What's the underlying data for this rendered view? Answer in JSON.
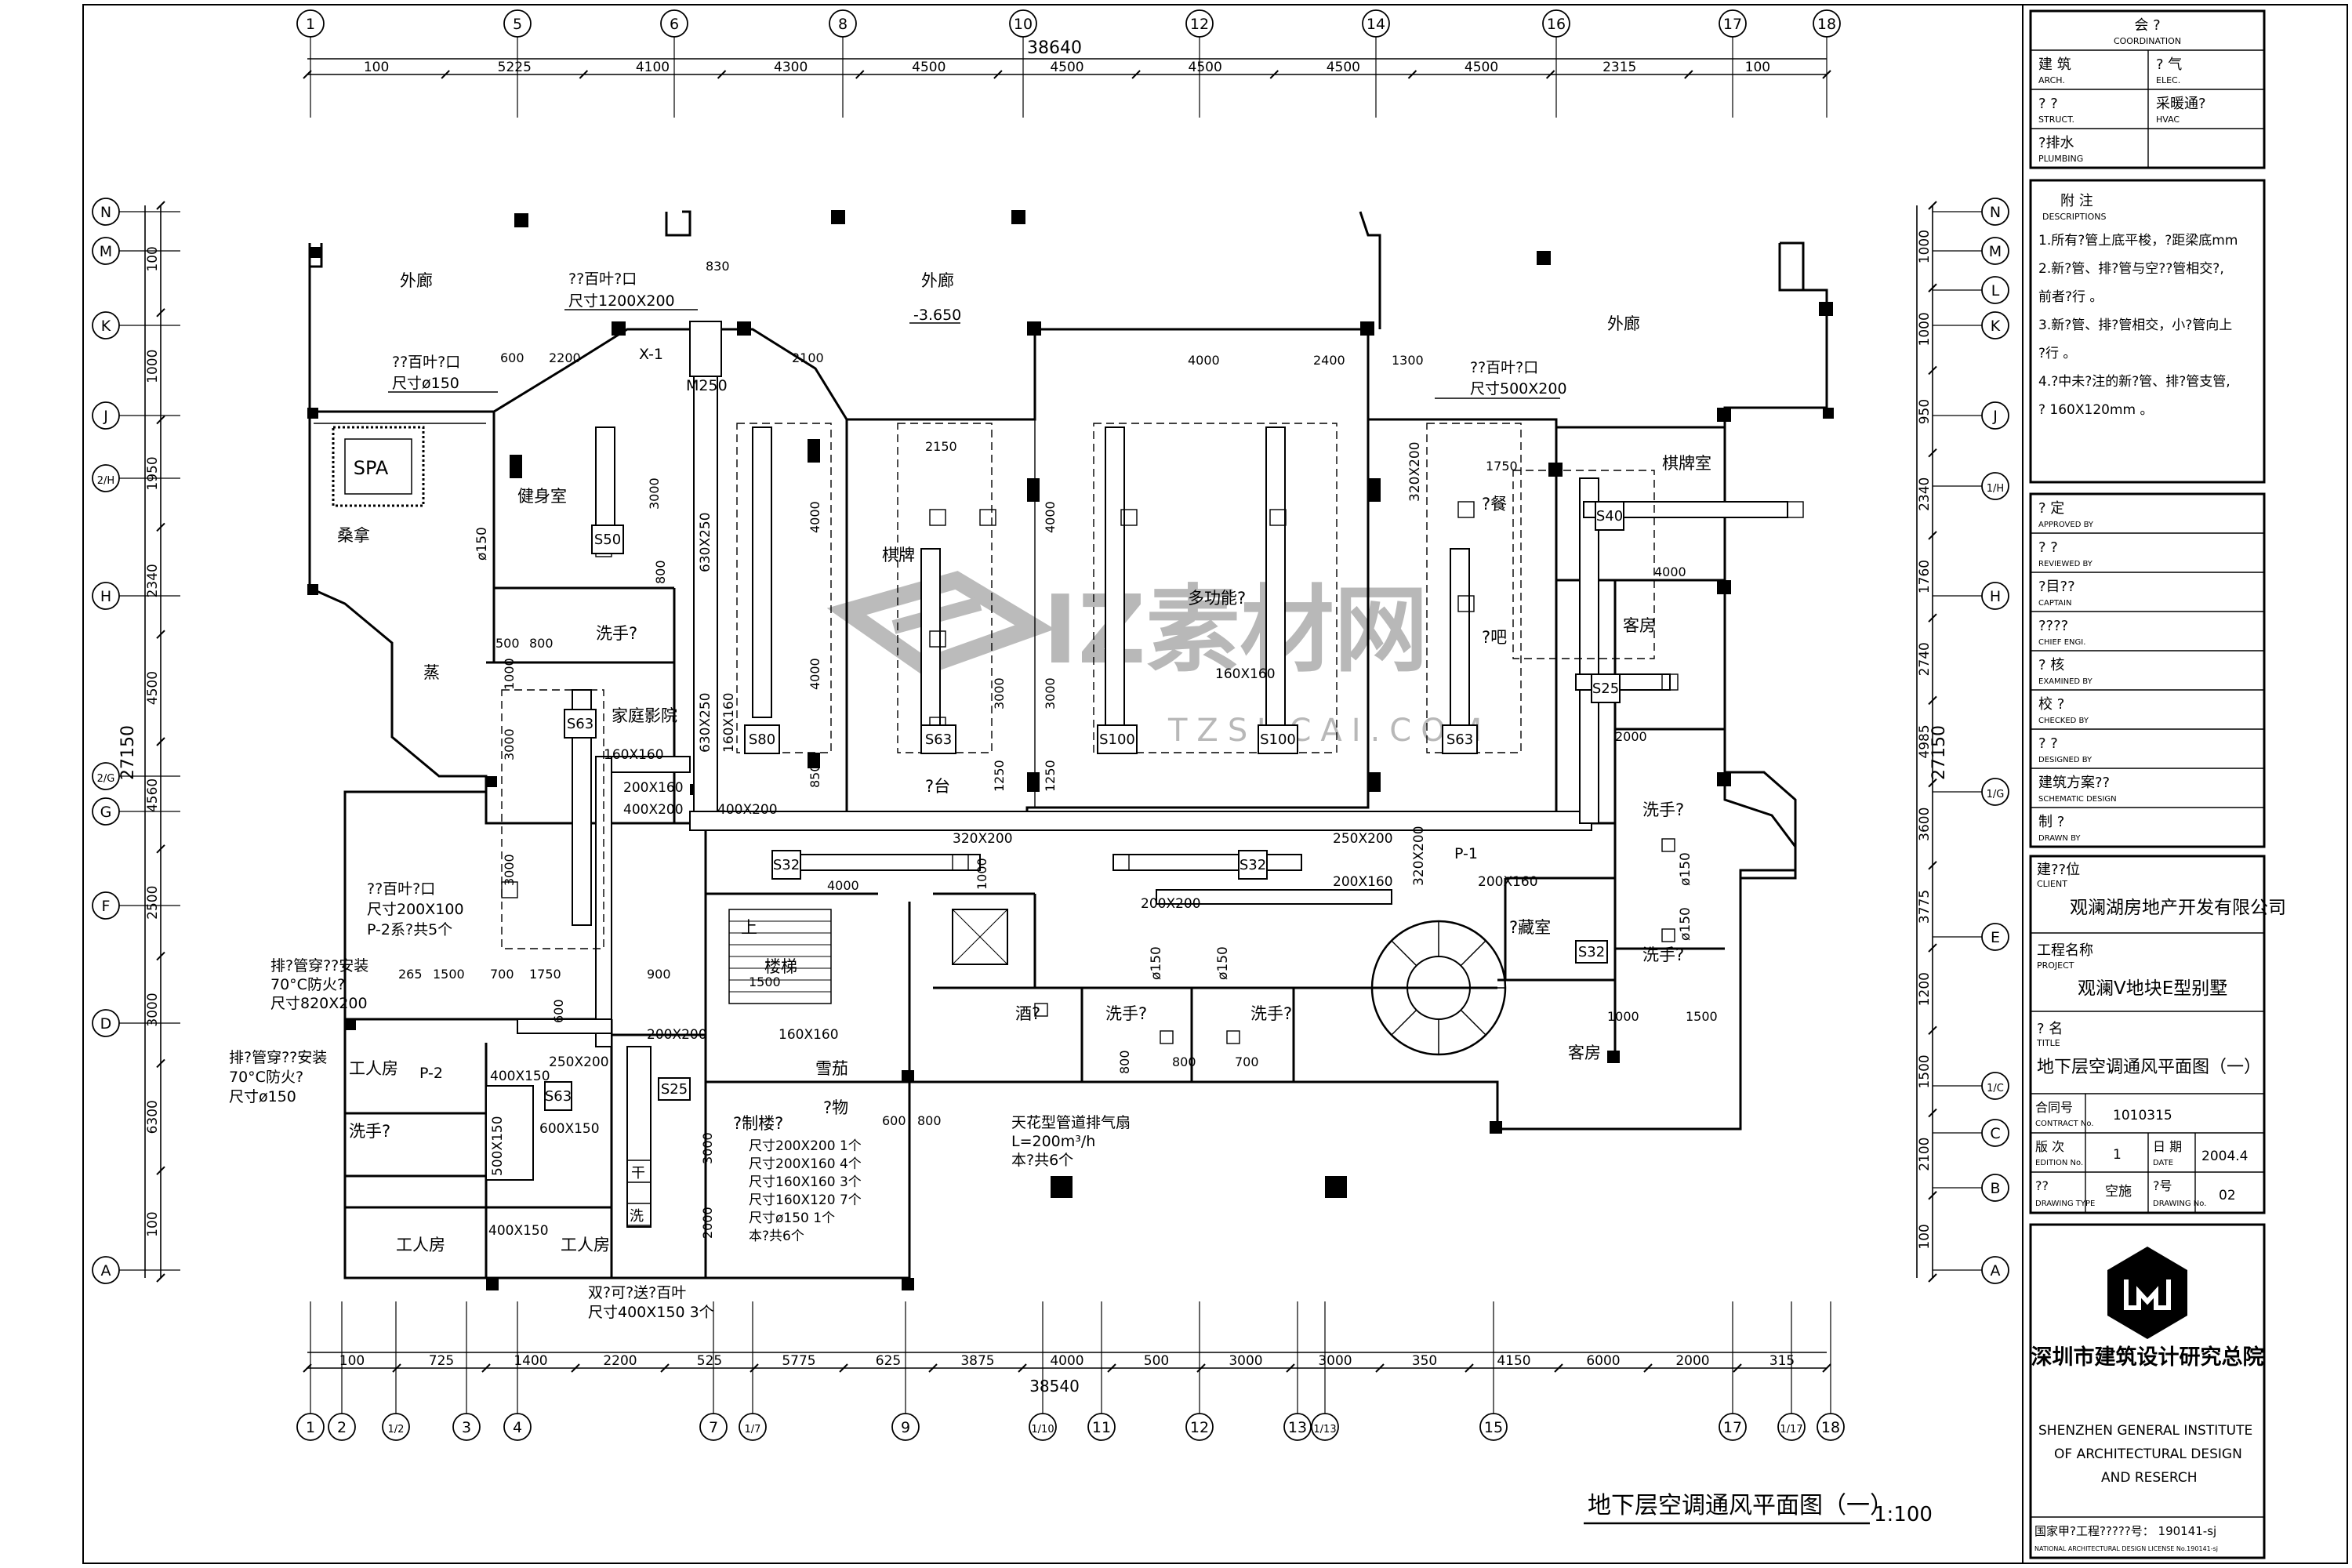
{
  "drawing_title": "地下层空调通风平面图（一）",
  "drawing_scale": "1:100",
  "top_grid_labels": [
    "1",
    "5",
    "6",
    "8",
    "10",
    "12",
    "14",
    "16",
    "17",
    "18"
  ],
  "bottom_grid_labels": [
    "1",
    "2",
    "1/2",
    "3",
    "4",
    "7",
    "1/7",
    "9",
    "1/10",
    "11",
    "12",
    "13",
    "1/13",
    "15",
    "17",
    "1/17",
    "18"
  ],
  "left_grid_labels": [
    "N",
    "M",
    "K",
    "J",
    "2/H",
    "H",
    "2/G",
    "G",
    "F",
    "D",
    "A"
  ],
  "right_grid_labels": [
    "N",
    "M",
    "L",
    "K",
    "J",
    "1/H",
    "H",
    "1/G",
    "E",
    "1/C",
    "C",
    "B",
    "A"
  ],
  "top_total_dim": "38640",
  "top_dims": [
    "100",
    "5225",
    "4100",
    "4300",
    "4500",
    "4500",
    "4500",
    "4500",
    "4500",
    "2315",
    "100"
  ],
  "bottom_total_dim": "38540",
  "bottom_dims": [
    "100",
    "725",
    "1400",
    "2200",
    "525",
    "5775",
    "625",
    "3875",
    "4000",
    "500",
    "3000",
    "3000",
    "350",
    "4150",
    "6000",
    "2000",
    "315"
  ],
  "left_total_dim": "27150",
  "left_dims": [
    "100",
    "1000",
    "1950",
    "2340",
    "4500",
    "4560",
    "2500",
    "3000",
    "6300",
    "100"
  ],
  "right_total_dim": "27150",
  "right_dims": [
    "1000",
    "1000",
    "950",
    "2340",
    "1760",
    "2740",
    "4985",
    "3600",
    "3775",
    "1200",
    "1500",
    "2100",
    "100"
  ],
  "rooms": {
    "outer_corridor_left": "外廊",
    "outer_corridor_mid": "外廊",
    "outer_corridor_right": "外廊",
    "spa": "SPA",
    "sauna": "桑拿",
    "gym": "健身室",
    "steam": "蒸",
    "wash_1": "洗手?",
    "home_theater": "家庭影院",
    "chess_left": "棋牌",
    "multifunction": "多功能?",
    "stage": "?台",
    "restaurant": "?餐",
    "bar": "?吧",
    "chess_room": "棋牌室",
    "guest_room_1": "客房",
    "wash_2": "洗手?",
    "storage": "?藏室",
    "wash_3": "洗手?",
    "guest_room_2": "客房",
    "stairs": "楼梯",
    "up": "上",
    "wine": "酒?",
    "wash_4": "洗手?",
    "wash_5": "洗手?",
    "cigar": "雪茄",
    "cold": "?制楼?",
    "goods": "?物",
    "worker_1": "工人房",
    "worker_2": "工人房",
    "worker_3": "工人房",
    "wash_6": "洗手?",
    "dry": "干",
    "wash_mark": "洗"
  },
  "annotations": {
    "louver_top": "??百叶?口",
    "louver_top_size": "尺寸1200X200",
    "louver_left": "??百叶?口",
    "louver_left_size": "尺寸ø150",
    "louver_right": "??百叶?口",
    "louver_right_size": "尺寸500X200",
    "level": "-3.650",
    "x1": "X-1",
    "m250": "M250",
    "louver_p2": "??百叶?口",
    "louver_p2_size": "尺寸200X100",
    "louver_p2_count": "P-2系?共5个",
    "exhaust_1": "排?管穿??安装",
    "exhaust_1b": "70°C防火?",
    "exhaust_1c": "尺寸820X200",
    "exhaust_2": "排?管穿??安装",
    "exhaust_2b": "70°C防火?",
    "exhaust_2c": "尺寸ø150",
    "fan_1": "天花型管道排气扇",
    "fan_2": "L=200m³/h",
    "fan_3": "本?共6个",
    "diffuser_1": "双?可?送?百叶",
    "diffuser_2": "尺寸400X150 3个",
    "list_1": "尺寸200X200   1个",
    "list_2": "尺寸200X160   4个",
    "list_3": "尺寸160X160   3个",
    "list_4": "尺寸160X120   7个",
    "list_5": "尺寸ø150      1个",
    "list_6": "本?共6个",
    "p1": "P-1",
    "p2": "P-2"
  },
  "equipment": [
    "S50",
    "S63",
    "S80",
    "S63",
    "S100",
    "S100",
    "S63",
    "S40",
    "S25",
    "S32",
    "S32",
    "S32",
    "S25",
    "S63"
  ],
  "duct_sizes": [
    "630X250",
    "630X250",
    "160X160",
    "160X160",
    "200X160",
    "400X200",
    "400X200",
    "320X200",
    "320X200",
    "250X200",
    "200X160",
    "200X160",
    "320X200",
    "200X200",
    "160X160",
    "400X150",
    "250X200",
    "500X150",
    "600X150",
    "400X150",
    "160X160",
    "ø150",
    "ø150",
    "ø150",
    "ø150",
    "ø150",
    "200X200"
  ],
  "inner_dims": [
    "830",
    "600",
    "2200",
    "2100",
    "2150",
    "4000",
    "2400",
    "1300",
    "1750",
    "4000",
    "2000",
    "3000",
    "4000",
    "3000",
    "4000",
    "3000",
    "1250",
    "850",
    "4000",
    "1250",
    "800",
    "500",
    "800",
    "1000",
    "3000",
    "3000",
    "4000",
    "1000",
    "1750",
    "700",
    "900",
    "600",
    "265",
    "1500",
    "1500",
    "1000",
    "800",
    "600",
    "800",
    "800",
    "700",
    "2000",
    "3000",
    "1500"
  ],
  "watermark": {
    "main": "IZ素材网",
    "sub": "TZSUCAI.COM"
  },
  "title_block": {
    "coord_title": "会 ?",
    "coord_sub": "COORDINATION",
    "arch": "建 筑",
    "arch_en": "ARCH.",
    "elec": "? 气",
    "elec_en": "ELEC.",
    "struct": "? ?",
    "struct_en": "STRUCT.",
    "hvac": "采暖通?",
    "hvac_en": "HVAC",
    "plumb": "?排水",
    "plumb_en": "PLUMBING",
    "notes_title": "附 注",
    "notes_sub": "DESCRIPTIONS",
    "notes": [
      "1.所有?管上底平梭，?距梁底mm",
      "2.新?管、排?管与空??管相交?,",
      "   前者?行 。",
      "3.新?管、排?管相交，小?管向上",
      "   ?行 。",
      "4.?中未?注的新?管、排?管支管,",
      "   ? 160X120mm 。"
    ],
    "approved": "? 定",
    "approved_en": "APPROVED BY",
    "reviewed": "? ?",
    "reviewed_en": "REVIEWED BY",
    "captain": "?目??",
    "captain_en": "CAPTAIN",
    "chief": "????",
    "chief_en": "CHIEF ENGI.",
    "examined": "? 核",
    "examined_en": "EXAMINED BY",
    "checked": "校 ?",
    "checked_en": "CHECKED BY",
    "designed": "? ?",
    "designed_en": "DESIGNED BY",
    "schematic": "建筑方案??",
    "schematic_en": "SCHEMATIC DESIGN",
    "drawn": "制 ?",
    "drawn_en": "DRAWN BY",
    "client_label": "建??位",
    "client_en": "CLIENT",
    "client": "观澜湖房地产开发有限公司",
    "project_label": "工程名称",
    "project_en": "PROJECT",
    "project": "观澜V地块E型别墅",
    "title_label": "? 名",
    "title_en": "TITLE",
    "title": "地下层空调通风平面图（一）",
    "contract_label": "合同号",
    "contract_en": "CONTRACT No.",
    "contract": "1010315",
    "edition_label": "版 次",
    "edition_en": "EDITION No.",
    "edition": "1",
    "date_label": "日 期",
    "date_en": "DATE",
    "date": "2004.4",
    "type_label": "??",
    "type_en": "DRAWING TYPE",
    "type": "空施",
    "no_label": "?号",
    "no_en": "DRAWING No.",
    "no": "02",
    "institute_cn": "深圳市建筑设计研究总院",
    "institute_en_1": "SHENZHEN GENERAL INSTITUTE",
    "institute_en_2": "OF ARCHITECTURAL DESIGN",
    "institute_en_3": "AND RESERCH",
    "license": "国家甲?工程?????号： 190141-sj",
    "license_en": "NATIONAL ARCHITECTURAL DESIGN LICENSE No.190141-sj"
  }
}
